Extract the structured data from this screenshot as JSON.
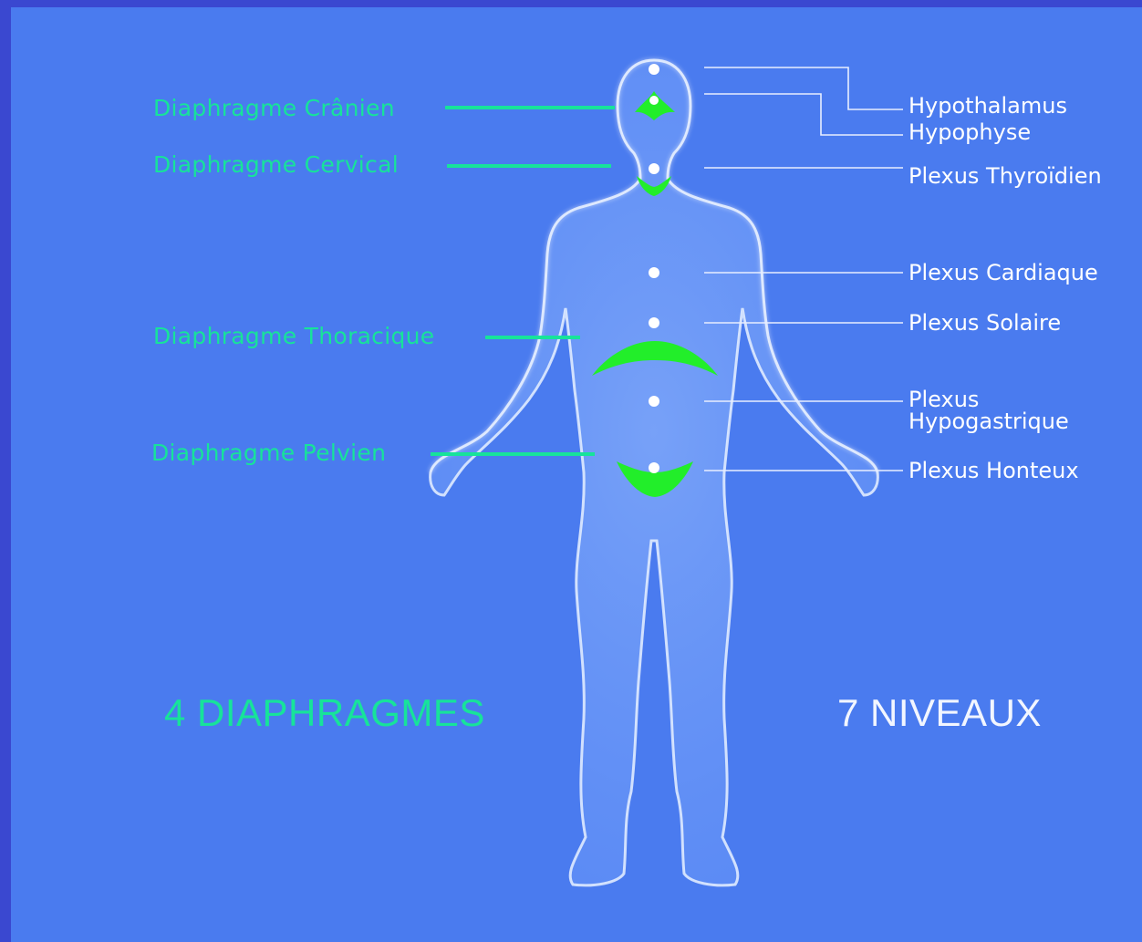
{
  "diaphragms": {
    "cranien": "Diaphragme Crânien",
    "cervical": "Diaphragme Cervical",
    "thoracique": "Diaphragme Thoracique",
    "pelvien": "Diaphragme Pelvien"
  },
  "levels": {
    "hypothalamus": "Hypothalamus",
    "hypophyse": "Hypophyse",
    "thyroidien": "Plexus Thyroïdien",
    "cardiaque": "Plexus Cardiaque",
    "solaire": "Plexus Solaire",
    "hypogastrique_1": "Plexus",
    "hypogastrique_2": "Hypogastrique",
    "honteux": "Plexus Honteux"
  },
  "captions": {
    "left": "4 DIAPHRAGMES",
    "right": "7 NIVEAUX"
  },
  "colors": {
    "background": "#4a7bef",
    "frame": "#3a48d0",
    "diaphragm": "#17e39a",
    "diaphragm_shape": "#22ee2a",
    "level": "#ffffff"
  }
}
